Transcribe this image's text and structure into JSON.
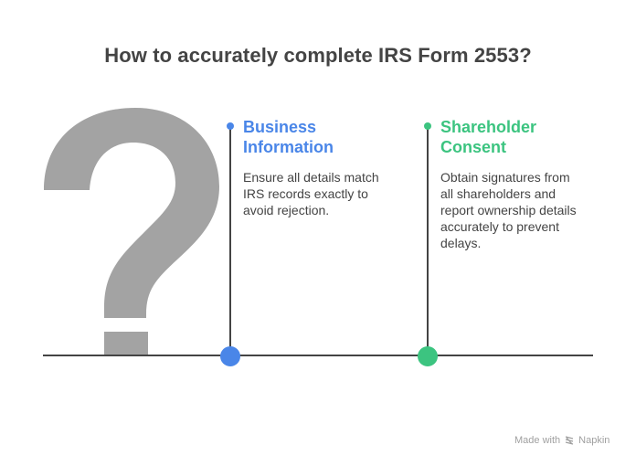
{
  "title": "How to accurately complete IRS Form 2553?",
  "icon": {
    "name": "question-mark-icon",
    "color": "#a3a3a3"
  },
  "colors": {
    "line": "#444444",
    "blue": "#4a86e8",
    "green": "#3cc480",
    "text": "#444444"
  },
  "steps": [
    {
      "heading_line1": "Business",
      "heading_line2": "Information",
      "description_lines": [
        "Ensure all details match",
        "IRS records exactly to",
        "avoid rejection."
      ],
      "color": "#4a86e8"
    },
    {
      "heading_line1": "Shareholder",
      "heading_line2": "Consent",
      "description_lines": [
        "Obtain signatures from",
        "all shareholders and",
        "report ownership details",
        "accurately to prevent",
        "delays."
      ],
      "color": "#3cc480"
    }
  ],
  "footer": {
    "made_with": "Made with",
    "brand": "Napkin"
  }
}
